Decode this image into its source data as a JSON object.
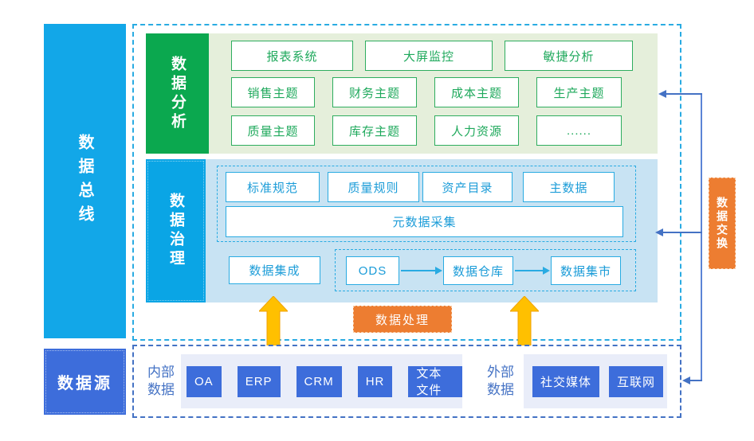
{
  "colors": {
    "bus_cyan": "#12a7e8",
    "royal_blue": "#3d6ddb",
    "green": "#0ba84f",
    "light_green": "#e5efdb",
    "light_blue": "#c8e3f3",
    "orange": "#ed7d31",
    "yellow_arrow": "#ffc000",
    "connector_blue": "#4472c4",
    "dashed_cyan": "#29abe2"
  },
  "bus": {
    "label": "数据总线"
  },
  "source": {
    "label": "数据源"
  },
  "analysis": {
    "label": "数据分析",
    "row1": [
      "报表系统",
      "大屏监控",
      "敏捷分析"
    ],
    "row2": [
      "销售主题",
      "财务主题",
      "成本主题",
      "生产主题"
    ],
    "row3": [
      "质量主题",
      "库存主题",
      "人力资源",
      "......"
    ]
  },
  "governance": {
    "label": "数据治理",
    "standards": [
      "标准规范",
      "质量规则",
      "资产目录",
      "主数据"
    ],
    "metadata": "元数据采集",
    "integration": "数据集成",
    "pipeline": [
      "ODS",
      "数据仓库",
      "数据集市"
    ]
  },
  "processing": {
    "label": "数据处理"
  },
  "exchange": {
    "label": "数据交换"
  },
  "sources": {
    "internal_label": "内部数据",
    "internal_items": [
      "OA",
      "ERP",
      "CRM",
      "HR",
      "文本文件"
    ],
    "external_label": "外部数据",
    "external_items": [
      "社交媒体",
      "互联网"
    ]
  }
}
